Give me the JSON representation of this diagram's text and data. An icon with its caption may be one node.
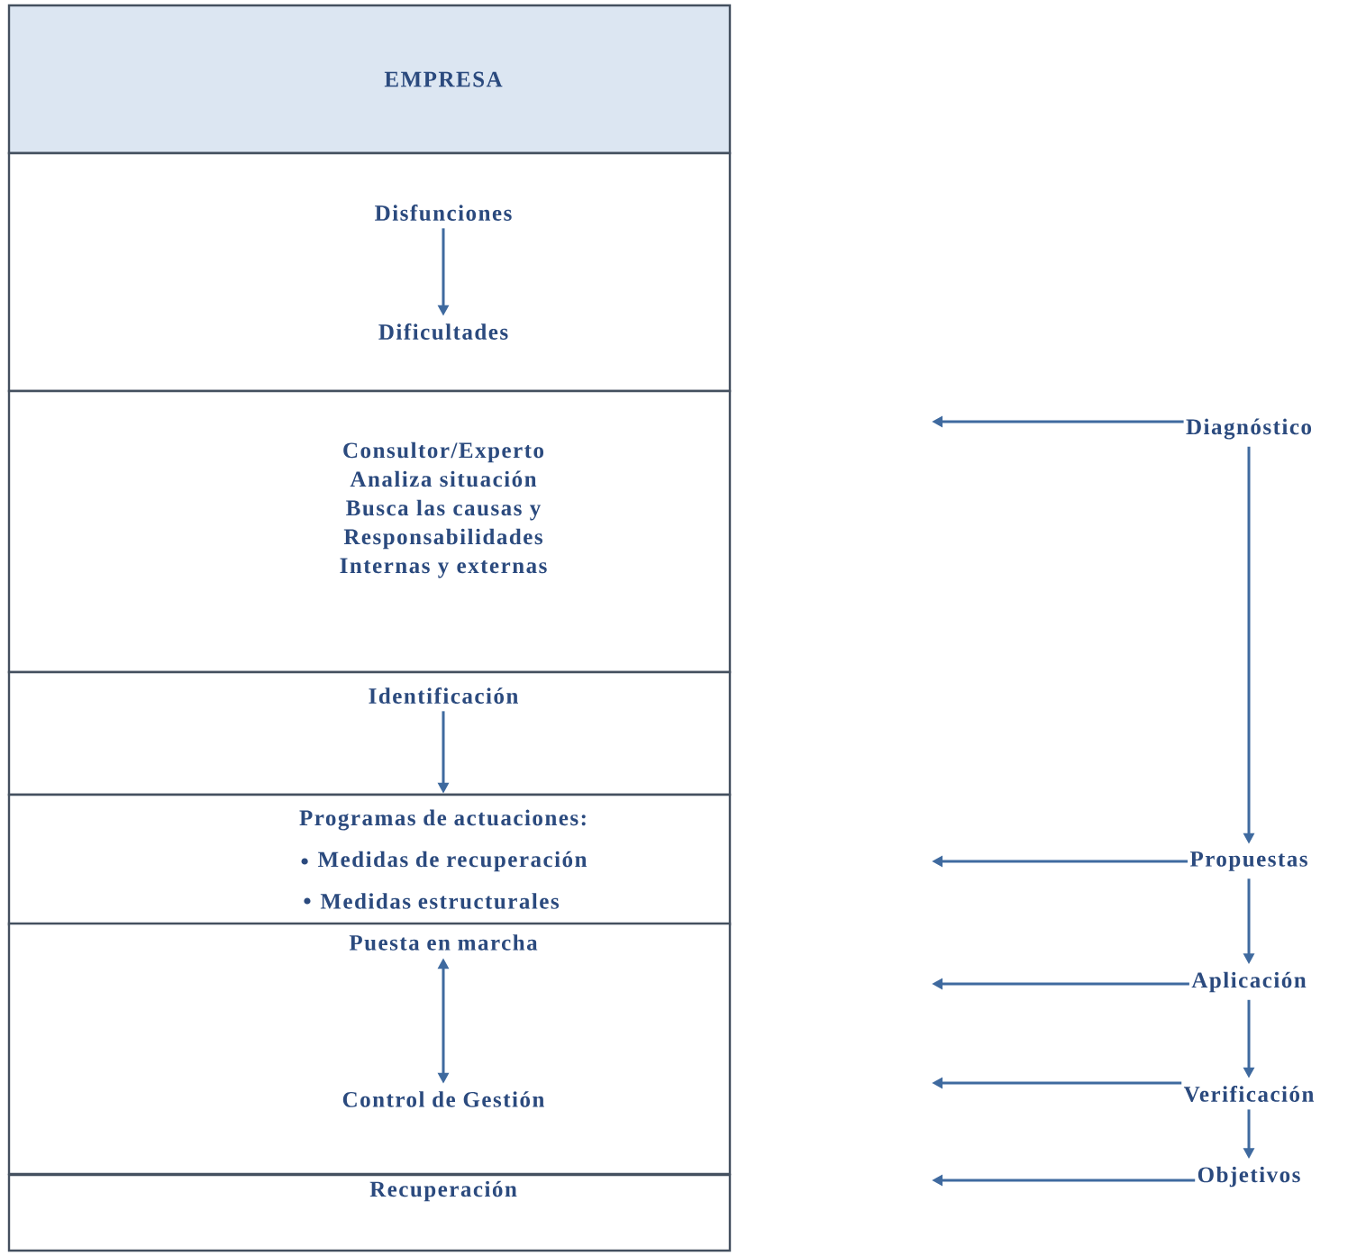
{
  "diagram": {
    "nodes": [
      {
        "text": [
          "EMPRESA"
        ]
      },
      {
        "text": [],
        "shape": "box"
      },
      {
        "text": [
          "Disfunciones"
        ],
        "in": 1
      },
      {
        "text": [
          "Dificultades"
        ],
        "in": 1
      },
      {
        "text": [
          "Consultor/Experto Analiza situación Busca las causas y Responsabilidades Internas y externas"
        ]
      },
      {
        "text": [],
        "shape": "box"
      },
      {
        "text": [
          "Identificación"
        ],
        "in": 5
      },
      {
        "text": [
          "Programas de actuaciones:",
          "Medidas de recuperación",
          "Medidas estructurales"
        ]
      },
      {
        "text": [],
        "shape": "box"
      },
      {
        "text": [
          "Puesta en marcha"
        ],
        "in": 8
      },
      {
        "text": [
          "Control de Gestión"
        ],
        "in": 8
      },
      {
        "text": [
          "Recuperación"
        ]
      },
      {
        "text": [
          "Diagnóstico"
        ]
      },
      {
        "text": [
          "Propuestas"
        ]
      },
      {
        "text": [
          "Aplicación"
        ]
      },
      {
        "text": [
          "Verificación"
        ]
      },
      {
        "text": [
          "Objetivos"
        ]
      }
    ],
    "edges": [
      {
        "from": 2,
        "to": 3,
        "arrow": "to"
      },
      {
        "from": 6,
        "to": 7,
        "arrow": "to"
      },
      {
        "from": 9,
        "to": 10,
        "arrow": "both"
      },
      {
        "from": 12,
        "to": 13,
        "arrow": "to"
      },
      {
        "from": 13,
        "to": 14,
        "arrow": "to"
      },
      {
        "from": 14,
        "to": 15,
        "arrow": "to"
      },
      {
        "from": 15,
        "to": 16,
        "arrow": "to"
      },
      {
        "from": 12,
        "to": null,
        "arrow": "to"
      },
      {
        "from": 13,
        "to": null,
        "arrow": "to"
      },
      {
        "from": 14,
        "to": null,
        "arrow": "to"
      },
      {
        "from": 15,
        "to": null,
        "arrow": "to"
      },
      {
        "from": 16,
        "to": null,
        "arrow": "to"
      }
    ]
  }
}
